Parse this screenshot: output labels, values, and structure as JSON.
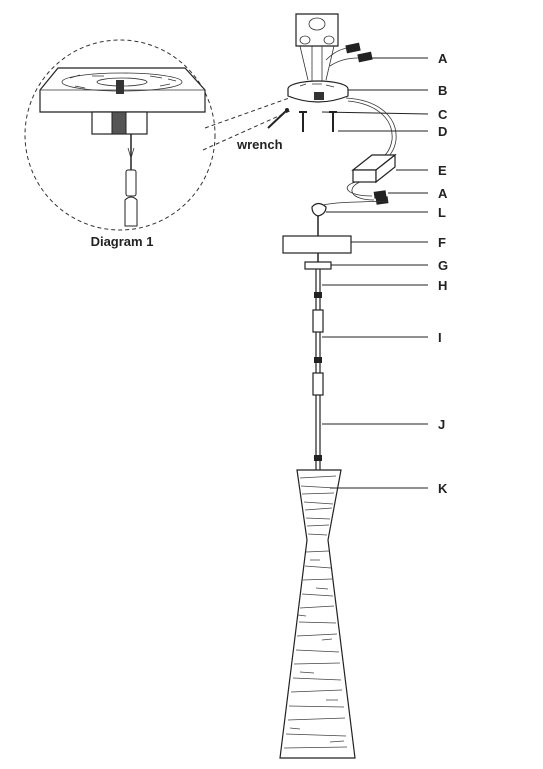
{
  "diagram": {
    "detail_caption": "Diagram 1",
    "tool_label": "wrench",
    "part_labels": {
      "A_top": "A",
      "B": "B",
      "C": "C",
      "D": "D",
      "E": "E",
      "A_lower": "A",
      "L": "L",
      "F": "F",
      "G": "G",
      "H": "H",
      "I": "I",
      "J": "J",
      "K": "K"
    }
  }
}
